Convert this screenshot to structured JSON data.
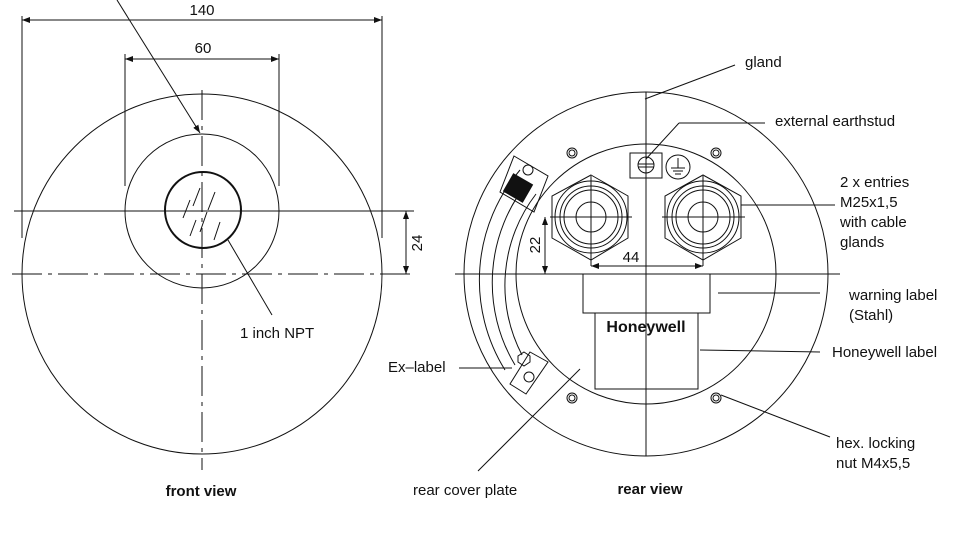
{
  "front_view": {
    "title": "front view",
    "dim_outer": "140",
    "dim_inner": "60",
    "dim_offset": "24",
    "thread_label": "1 inch NPT"
  },
  "rear_view": {
    "title": "rear view",
    "dim_vertical": "22",
    "dim_spacing": "44",
    "brand_label": "Honeywell",
    "callouts": {
      "gland": "gland",
      "earthstud": "external  earthstud",
      "entries_1": "2 x entries",
      "entries_2": "M25x1,5",
      "entries_3": "with cable",
      "entries_4": "glands",
      "warning_1": "warning label",
      "warning_2": "(Stahl)",
      "honeywell_label": "Honeywell label",
      "ex_label": "Ex–label",
      "nut_1": "hex. locking",
      "nut_2": "nut M4x5,5",
      "rear_cover": "rear cover plate"
    }
  }
}
